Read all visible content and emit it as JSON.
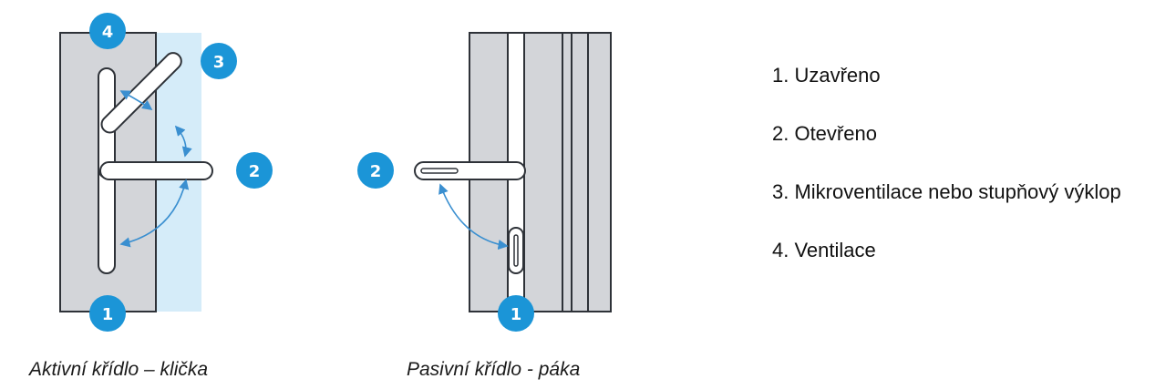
{
  "badges": {
    "active_4": "4",
    "active_3": "3",
    "active_2": "2",
    "active_1": "1",
    "passive_2": "2",
    "passive_1": "1"
  },
  "captions": {
    "active": "Aktivní křídlo – klička",
    "passive": "Pasivní křídlo - páka"
  },
  "legend": [
    "1. Uzavřeno",
    "2. Otevřeno",
    "3. Mikroventilace nebo stupňový výklop",
    "4. Ventilace"
  ],
  "colors": {
    "frame_gray": "#d3d5d9",
    "frame_stroke": "#2e3238",
    "glass_blue": "#d5ecf9",
    "badge_blue": "#1b95d7",
    "arrow_blue": "#3a8fd0",
    "handle_fill": "#ffffff"
  }
}
